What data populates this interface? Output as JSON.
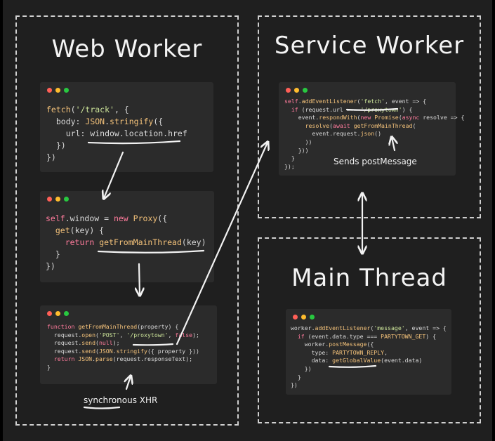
{
  "web_worker": {
    "title": "Web Worker",
    "fetch_code": [
      "fetch('/track', {",
      "  body: JSON.stringify({",
      "    url: window.location.href",
      "  })",
      "})"
    ],
    "proxy_code": [
      "self.window = new Proxy({",
      "  get(key) {",
      "    return getFromMainThread(key)",
      "  }",
      "})"
    ],
    "xhr_code": [
      "function getFromMainThread(property) {",
      "  request.open('POST', '/proxytown', false);",
      "  request.send(null);",
      "  request.send(JSON.stringify({ property }))",
      "  return JSON.parse(request.responseText);",
      "}"
    ],
    "note": "synchronous XHR"
  },
  "service_worker": {
    "title": "Service Worker",
    "code": [
      "self.addEventListener('fetch', event => {",
      "  if (request.url === '/proxytown') {",
      "    event.respondWith(new Promise(async resolve => {",
      "      resolve(await getFromMainThread(",
      "        event.request.json()",
      "      ))",
      "    }))",
      "  }",
      "});"
    ],
    "note": "Sends postMessage"
  },
  "main_thread": {
    "title": "Main Thread",
    "code": [
      "worker.addEventListener('message', event => {",
      "  if (event.data.type === PARTYTOWN_GET) {",
      "    worker.postMessage({",
      "      type: PARTYTOWN_REPLY,",
      "      data: getGlobalValue(event.data)",
      "    })",
      "  }",
      "})"
    ]
  }
}
